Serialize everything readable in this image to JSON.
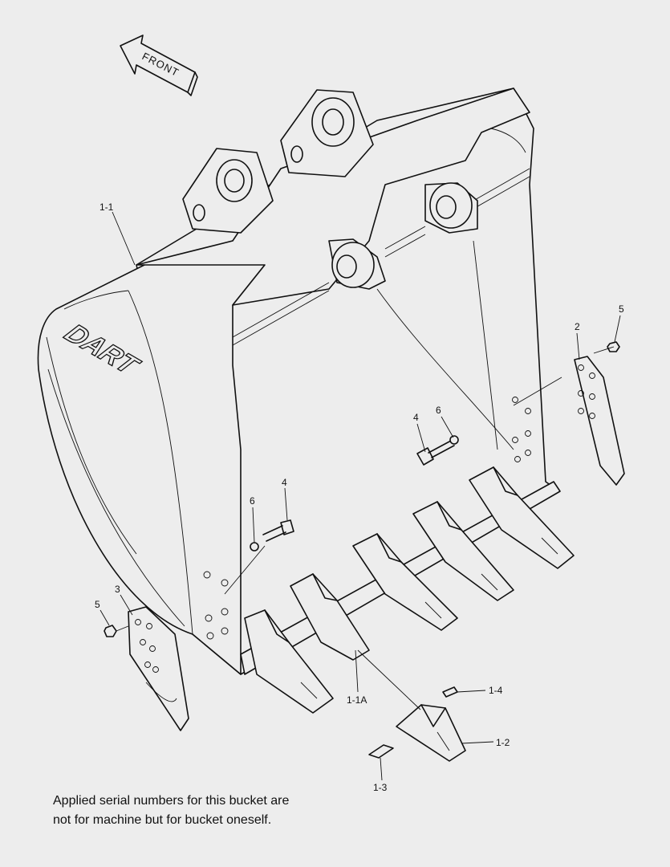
{
  "arrow_label": "FRONT",
  "logo_text": "DART",
  "callouts": {
    "c_1_1": "1-1",
    "c_1_1a": "1-1A",
    "c_1_2": "1-2",
    "c_1_3": "1-3",
    "c_1_4": "1-4",
    "c_2": "2",
    "c_3": "3",
    "c_4_left": "4",
    "c_4_right": "4",
    "c_5_left": "5",
    "c_5_right": "5",
    "c_6_left": "6",
    "c_6_right": "6"
  },
  "note": {
    "line1": "Applied serial numbers for this bucket are",
    "line2": "not for machine but for bucket oneself."
  }
}
